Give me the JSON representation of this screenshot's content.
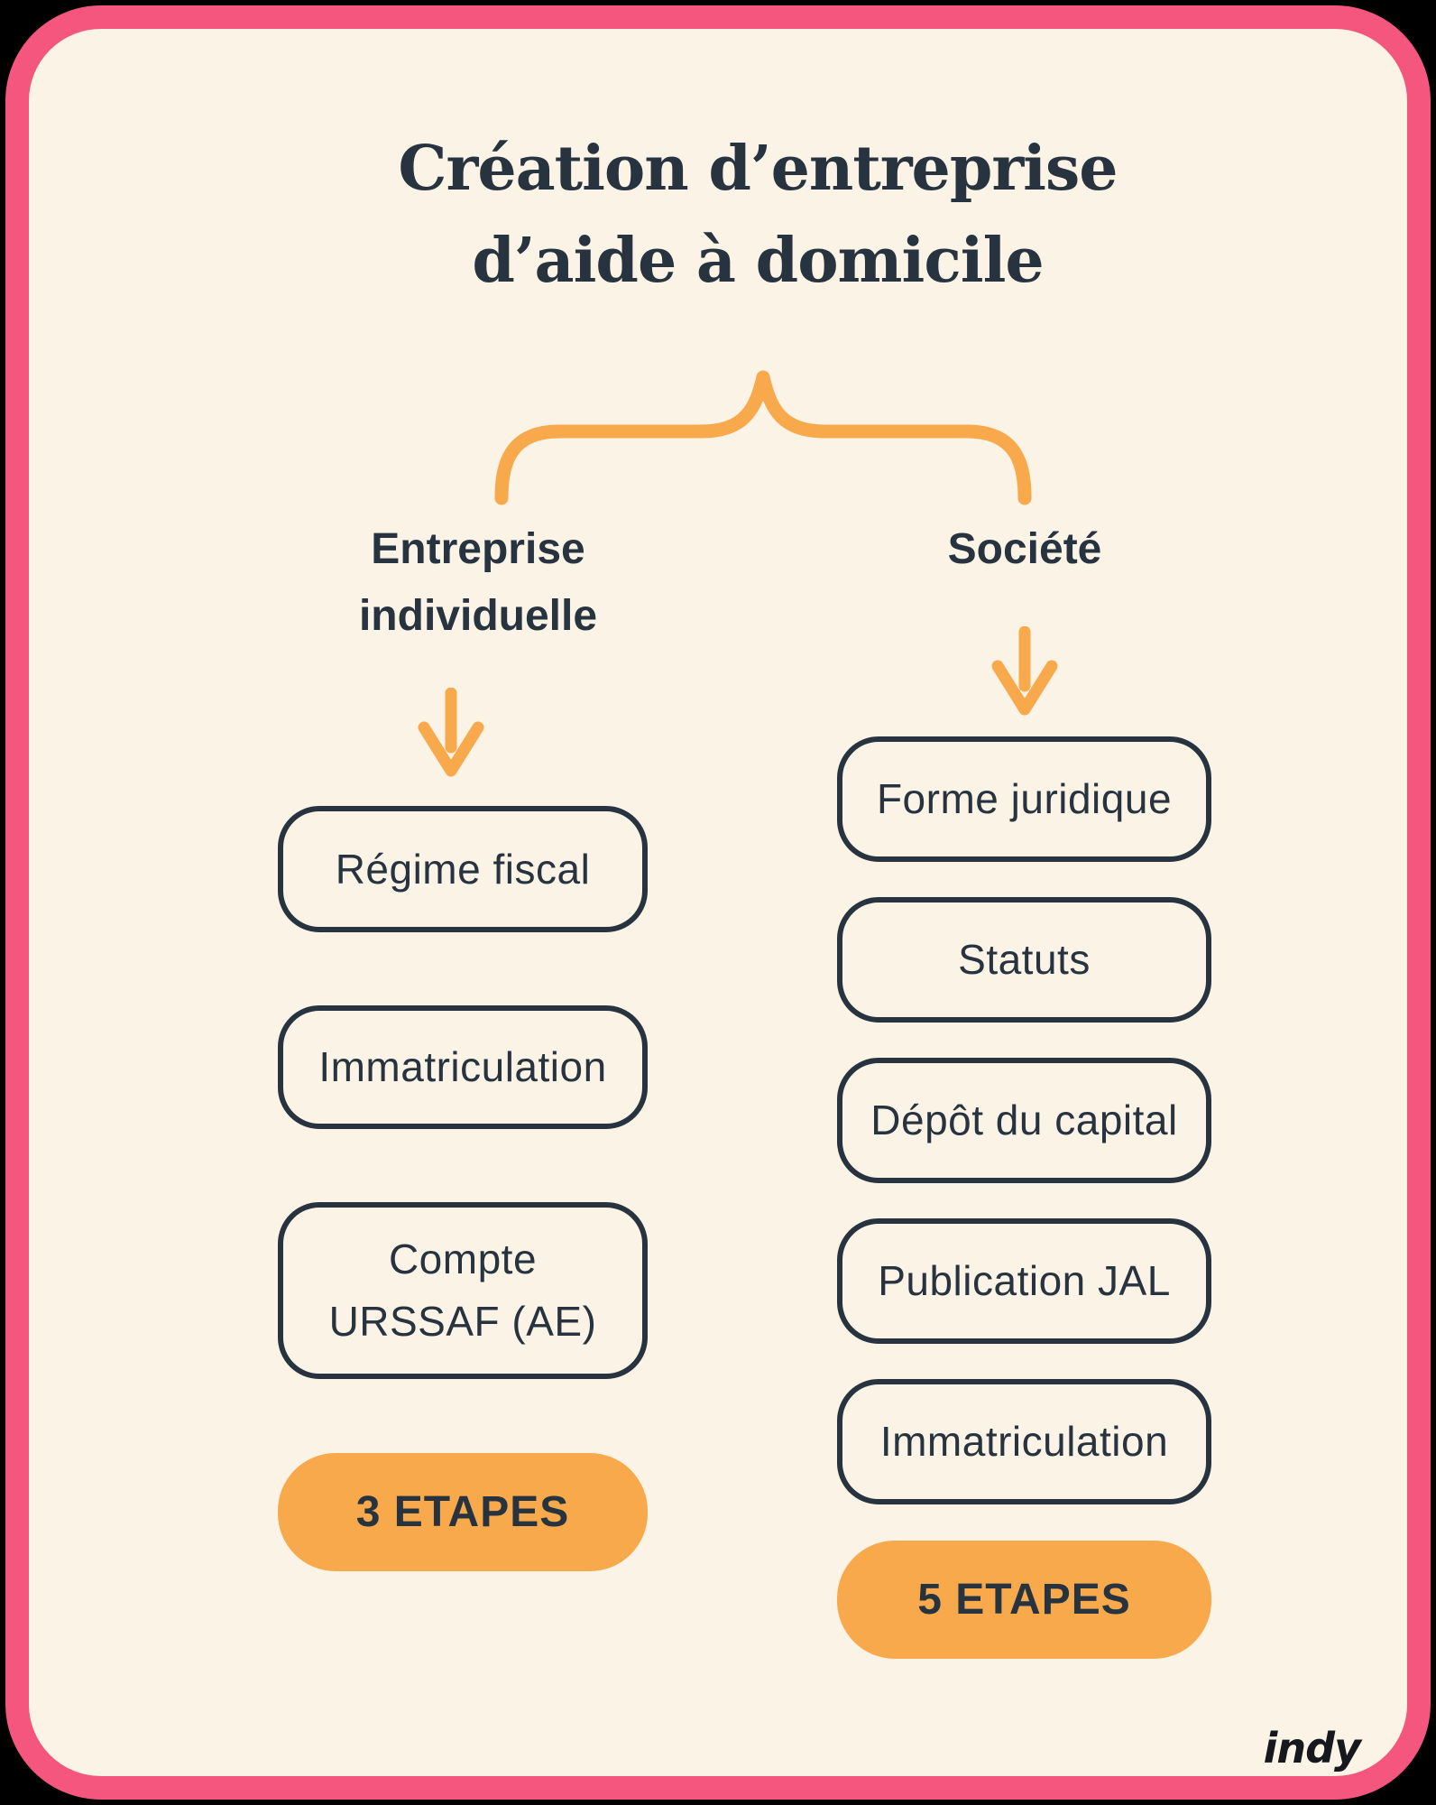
{
  "title": {
    "line1": "Création d’entreprise",
    "line2": "d’aide à domicile"
  },
  "branches": [
    {
      "label": "Entreprise\nindividuelle",
      "steps": [
        "Régime fiscal",
        "Immatriculation",
        "Compte\nURSSAF (AE)"
      ],
      "badge": "3 ETAPES"
    },
    {
      "label": "Société",
      "steps": [
        "Forme juridique",
        "Statuts",
        "Dépôt du capital",
        "Publication JAL",
        "Immatriculation"
      ],
      "badge": "5 ETAPES"
    }
  ],
  "brand": {
    "logo_text": "indy"
  },
  "icons": {
    "brace": "curly-brace-opening-down",
    "branch_arrow": "arrow-down"
  },
  "colors": {
    "pink": "#F4567E",
    "cream": "#FCF3E7",
    "navy": "#273440",
    "orange": "#F8A94B",
    "logo": "#15181C"
  }
}
